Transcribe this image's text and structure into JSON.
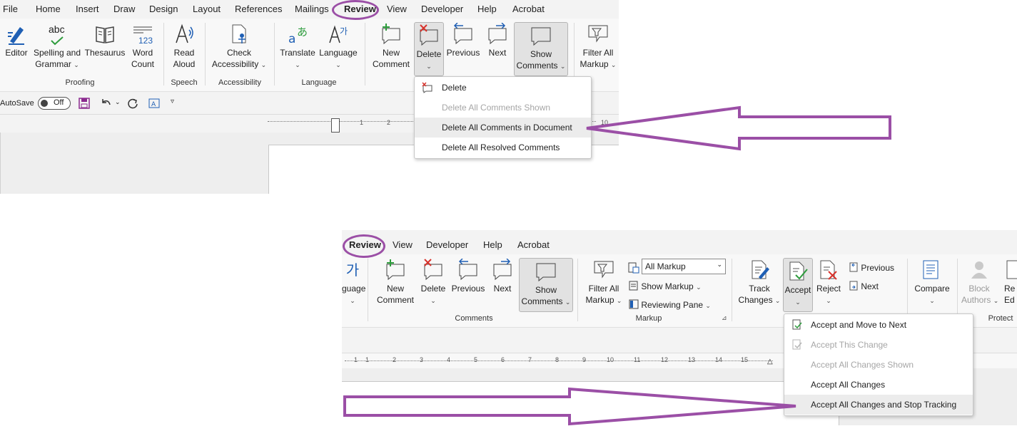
{
  "top": {
    "tabs": [
      "File",
      "Home",
      "Insert",
      "Draw",
      "Design",
      "Layout",
      "References",
      "Mailings",
      "Review",
      "View",
      "Developer",
      "Help",
      "Acrobat"
    ],
    "active_tab": "Review",
    "buttons": {
      "editor": "Editor",
      "spelling_1": "Spelling and",
      "spelling_2": "Grammar",
      "spelling_abc": "abc",
      "thesaurus": "Thesaurus",
      "wordcount_1": "Word",
      "wordcount_2": "Count",
      "wordcount_num": "123",
      "readaloud_1": "Read",
      "readaloud_2": "Aloud",
      "check_1": "Check",
      "check_2": "Accessibility",
      "translate": "Translate",
      "language": "Language",
      "newcomment_1": "New",
      "newcomment_2": "Comment",
      "delete": "Delete",
      "previous": "Previous",
      "next": "Next",
      "showcomments_1": "Show",
      "showcomments_2": "Comments",
      "filter_1": "Filter All",
      "filter_2": "Markup"
    },
    "groups": [
      "Proofing",
      "Speech",
      "Accessibility",
      "Language"
    ],
    "qat": {
      "autosave": "AutoSave",
      "toggle": "Off"
    },
    "ruler": [
      "1",
      "2",
      "10"
    ],
    "delete_menu": [
      {
        "label": "Delete",
        "disabled": false
      },
      {
        "label": "Delete All Comments Shown",
        "disabled": true
      },
      {
        "label": "Delete All Comments in Document",
        "disabled": false
      },
      {
        "label": "Delete All Resolved Comments",
        "disabled": false
      }
    ]
  },
  "bottom": {
    "tabs": [
      "Review",
      "View",
      "Developer",
      "Help",
      "Acrobat"
    ],
    "buttons": {
      "lang_partial": "guage",
      "lang_glyph": "가",
      "newcomment_1": "New",
      "newcomment_2": "Comment",
      "delete": "Delete",
      "previous": "Previous",
      "next": "Next",
      "showcomments_1": "Show",
      "showcomments_2": "Comments",
      "filter_1": "Filter All",
      "filter_2": "Markup",
      "markup_select": "All Markup",
      "show_markup": "Show Markup",
      "reviewing_pane": "Reviewing Pane",
      "track_1": "Track",
      "track_2": "Changes",
      "accept": "Accept",
      "reject": "Reject",
      "prev_change": "Previous",
      "next_change": "Next",
      "compare": "Compare",
      "block_1": "Block",
      "block_2": "Authors",
      "re_1": "Re",
      "re_2": "Ed"
    },
    "groups": [
      "Comments",
      "Markup",
      "Protect"
    ],
    "ruler": [
      "1",
      "1",
      "2",
      "3",
      "4",
      "5",
      "6",
      "7",
      "8",
      "9",
      "10",
      "11",
      "12",
      "13",
      "14",
      "15"
    ],
    "accept_menu": [
      {
        "label": "Accept and Move to Next",
        "disabled": false
      },
      {
        "label": "Accept This Change",
        "disabled": true
      },
      {
        "label": "Accept All Changes Shown",
        "disabled": true
      },
      {
        "label": "Accept All Changes",
        "disabled": false
      },
      {
        "label": "Accept All Changes and Stop Tracking",
        "disabled": false
      }
    ]
  },
  "annotation_color": "#9b4fa6"
}
